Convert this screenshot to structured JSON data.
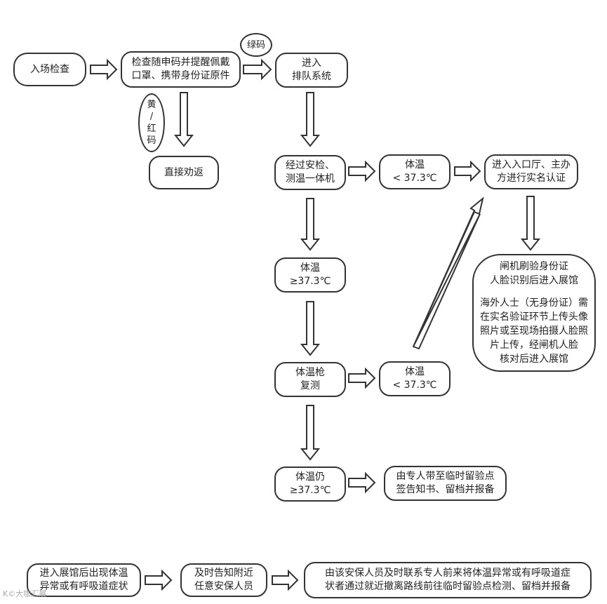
{
  "nodes": {
    "entry_check": [
      "入场检查"
    ],
    "check_code": [
      "检查随申码并提醒佩戴",
      "口罩、携带身份证原件"
    ],
    "queue": [
      "进入",
      "排队系统"
    ],
    "go_back": [
      "直接劝返"
    ],
    "security_temp": [
      "经过安检、",
      "测温一体机"
    ],
    "temp_low_1": [
      "体温",
      "< 37.3℃"
    ],
    "hall_verify": [
      "进入入口厅、主办",
      "方进行实名认证"
    ],
    "gate_entry": {
      "lines_a": [
        "闸机刷验身份证",
        "人脸识别后进入展馆"
      ],
      "lines_b": [
        "海外人士（无身份证）需",
        "在实名验证环节上传头像",
        "照片或至现场拍摄人脸照",
        "片上传，经闸机人脸",
        "核对后进入展馆"
      ]
    },
    "temp_high_1": [
      "体温",
      "≥37.3℃"
    ],
    "gun_recheck": [
      "体温枪",
      "复测"
    ],
    "temp_low_2": [
      "体温",
      "< 37.3℃"
    ],
    "temp_high_2": [
      "体温仍",
      "≥37.3℃"
    ],
    "temp_hold": [
      "由专人带至临时留验点",
      "签告知书、留档并报备"
    ],
    "symptom": [
      "进入展馆后出现体温",
      "异常或有呼吸道症状"
    ],
    "notify": [
      "及时告知附近",
      "任意安保人员"
    ],
    "transfer": [
      "由该安保人员及时联系专人前来将体温异常或有呼吸道症",
      "状者通过就近撤离路线前往临时留验点检测、留档并报备"
    ]
  },
  "labels": {
    "green_code": [
      "绿码"
    ],
    "yellow_red_code": [
      "黄",
      "/",
      "红",
      "码"
    ]
  },
  "watermark": "K©大咖汇展"
}
